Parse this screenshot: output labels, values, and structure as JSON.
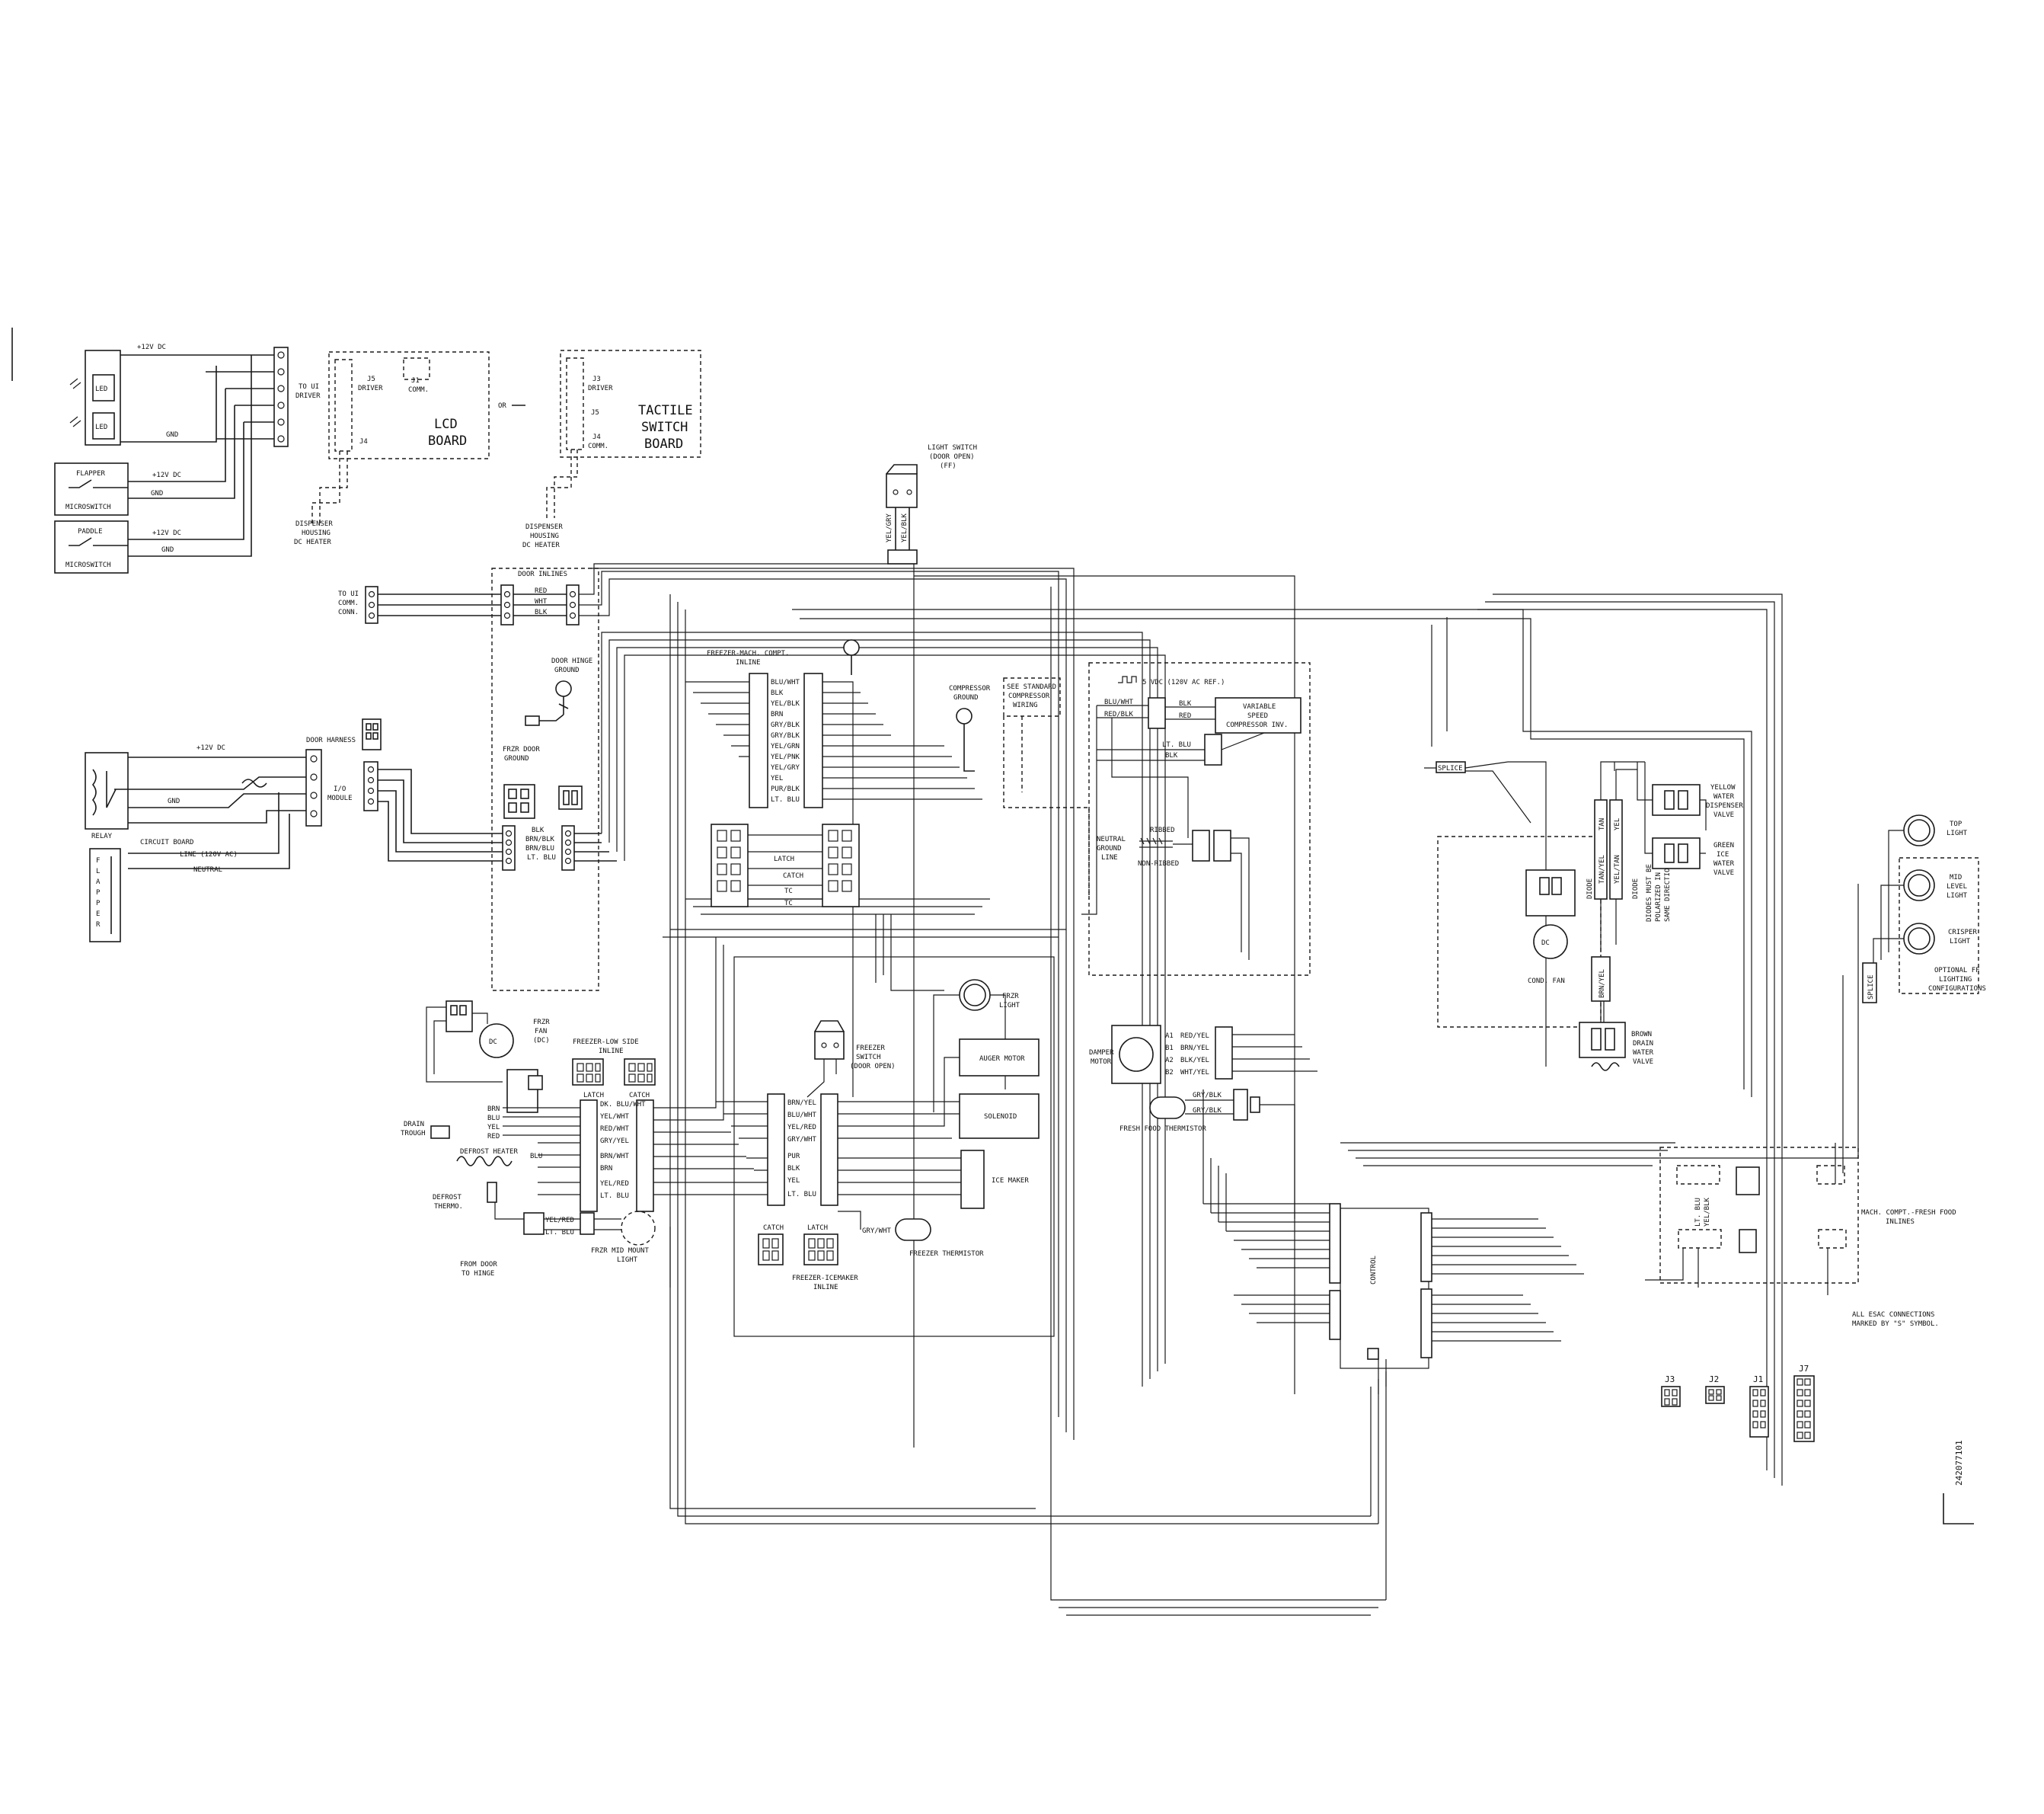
{
  "diagram": {
    "power": {
      "dc12_a": "+12V DC",
      "dc12_b": "+12V DC",
      "dc12_c": "+12V DC",
      "dc12_d": "+12V DC",
      "gnd_a": "GND",
      "gnd_b": "GND",
      "gnd_c": "GND",
      "gnd_d": "GND",
      "line": "LINE (120V AC)",
      "neutral": "NEUTRAL",
      "vdc5": "5 VDC (120V AC REF.)"
    },
    "components": {
      "led": "LED",
      "flapper": "FLAPPER",
      "paddle": "PADDLE",
      "microswitch": "MICROSWITCH",
      "to_ui_driver": "TO UI",
      "to_ui_driver2": "DRIVER",
      "lcd_board_1": "LCD",
      "lcd_board_2": "BOARD",
      "or": "OR",
      "tactile_1": "TACTILE",
      "tactile_2": "SWITCH",
      "tactile_3": "BOARD",
      "j5_driver": "J5",
      "j5_driver2": "DRIVER",
      "j1_comm": "J1",
      "j1_comm2": "COMM.",
      "j4": "J4",
      "j3_driver": "J3",
      "j3_driver2": "DRIVER",
      "j5": "J5",
      "j4_comm": "J4",
      "j4_comm2": "COMM.",
      "disp_heater_a1": "DISPENSER",
      "disp_heater_a2": "HOUSING",
      "disp_heater_a3": "DC HEATER",
      "disp_heater_b1": "DISPENSER",
      "disp_heater_b2": "HOUSING",
      "disp_heater_b3": "DC HEATER",
      "to_ui_comm_1": "TO UI",
      "to_ui_comm_2": "COMM.",
      "to_ui_comm_3": "CONN.",
      "door_inlines": "DOOR INLINES",
      "door_hinge_1": "DOOR HINGE",
      "door_hinge_2": "GROUND",
      "frzr_door_1": "FRZR DOOR",
      "frzr_door_2": "GROUND",
      "door_harness": "DOOR HARNESS",
      "relay": "RELAY",
      "circuit_board": "CIRCUIT BOARD",
      "flapper_heater": "FLAPPER",
      "io_module_1": "I/O",
      "io_module_2": "MODULE",
      "light_switch_1": "LIGHT SWITCH",
      "light_switch_2": "(DOOR OPEN)",
      "light_switch_3": "(FF)",
      "fmc_inline_1": "FREEZER-MACH. COMPT.",
      "fmc_inline_2": "INLINE",
      "compressor_ground_1": "COMPRESSOR",
      "compressor_ground_2": "GROUND",
      "std_comp_1": "SEE STANDARD",
      "std_comp_2": "COMPRESSOR",
      "std_comp_3": "WIRING",
      "vs_comp_1": "VARIABLE",
      "vs_comp_2": "SPEED",
      "vs_comp_3": "COMPRESSOR INV.",
      "splice": "SPLICE",
      "yellow_valve_1": "YELLOW",
      "yellow_valve_2": "WATER",
      "yellow_valve_3": "DISPENSER",
      "yellow_valve_4": "VALVE",
      "green_valve_1": "GREEN",
      "green_valve_2": "ICE",
      "green_valve_3": "WATER",
      "green_valve_4": "VALVE",
      "top_light_1": "TOP",
      "top_light_2": "LIGHT",
      "mid_light_1": "MID",
      "mid_light_2": "LEVEL",
      "mid_light_3": "LIGHT",
      "crisper_light_1": "CRISPER",
      "crisper_light_2": "LIGHT",
      "optional_ff_1": "OPTIONAL FF",
      "optional_ff_2": "LIGHTING",
      "optional_ff_3": "CONFIGURATIONS",
      "neutral_ground_1": "NEUTRAL",
      "neutral_ground_2": "GROUND",
      "neutral_ground_3": "LINE",
      "ribbed": "RIBBED",
      "non_ribbed": "NON-RIBBED",
      "cond_fan": "COND. FAN",
      "diode": "DIODE",
      "diode_note_1": "DIODES MUST BE",
      "diode_note_2": "POLARIZED IN",
      "diode_note_3": "SAME DIRECTION",
      "brown_valve_1": "BROWN",
      "brown_valve_2": "DRAIN",
      "brown_valve_3": "WATER",
      "brown_valve_4": "VALVE",
      "frzr_fan_1": "FRZR",
      "frzr_fan_2": "FAN",
      "frzr_fan_3": "(DC)",
      "fls_inline_1": "FREEZER-LOW SIDE",
      "fls_inline_2": "INLINE",
      "latch_a": "LATCH",
      "catch_a": "CATCH",
      "drain_trough_1": "DRAIN",
      "drain_trough_2": "TROUGH",
      "defrost_heater": "DEFROST HEATER",
      "defrost_thermo_1": "DEFROST",
      "defrost_thermo_2": "THERMO.",
      "from_door_1": "FROM DOOR",
      "from_door_2": "TO HINGE",
      "frzr_mid_1": "FRZR MID MOUNT",
      "frzr_mid_2": "LIGHT",
      "frzr_light_1": "FRZR",
      "frzr_light_2": "LIGHT",
      "frzr_switch_1": "FREEZER",
      "frzr_switch_2": "SWITCH",
      "frzr_switch_3": "(DOOR OPEN)",
      "auger_motor": "AUGER MOTOR",
      "solenoid": "SOLENOID",
      "ice_maker": "ICE MAKER",
      "catch_b": "CATCH",
      "latch_b": "LATCH",
      "fim_inline_1": "FREEZER-ICEMAKER",
      "fim_inline_2": "INLINE",
      "frzr_thermistor": "FREEZER THERMISTOR",
      "damper_1": "DAMPER",
      "damper_2": "MOTOR",
      "ff_thermistor": "FRESH FOOD THERMISTOR",
      "control": "CONTROL",
      "mcff_inline_1": "MACH. COMPT.-FRESH FOOD",
      "mcff_inline_2": "INLINES",
      "note_1": "ALL ESAC CONNECTIONS",
      "note_2": "MARKED BY \"S\" SYMBOL.",
      "j3": "J3",
      "j2": "J2",
      "j1": "J1",
      "j7": "J7",
      "part_number": "242077101"
    },
    "wires": {
      "fmc_left": [
        "BLU/WHT",
        "BLK",
        "YEL/BLK",
        "BRN",
        "GRY/BLK",
        "GRY/BLK",
        "YEL/GRN",
        "YEL/PNK",
        "YEL/GRY",
        "YEL",
        "PUR/BLK",
        "LT. BLU"
      ],
      "door_inline_a": [
        "RED",
        "WHT",
        "BLK"
      ],
      "door_inline_b": [
        "BLK",
        "BRN/BLK",
        "BRN/BLU",
        "LT. BLU"
      ],
      "comp_wires": [
        "BLU/WHT",
        "RED/BLK",
        "BLK",
        "RED",
        "LT. BLU",
        "BLK"
      ],
      "fls_left": [
        "BRN",
        "BLU",
        "YEL",
        "RED"
      ],
      "fls_right": [
        "DK. BLU/WHT",
        "YEL/WHT",
        "RED/WHT",
        "GRY/YEL",
        "BRN/WHT",
        "BRN",
        "YEL/RED",
        "LT. BLU"
      ],
      "fim_left": [
        "BRN/YEL",
        "BLU/WHT",
        "YEL/RED",
        "GRY/WHT",
        "PUR",
        "BLK",
        "YEL",
        "LT. BLU"
      ],
      "damper_wires": [
        "RED/YEL",
        "BRN/YEL",
        "BLK/YEL",
        "WHT/YEL"
      ],
      "damper_pins": [
        "A1",
        "B1",
        "A2",
        "B2"
      ],
      "ff_therm_wires": [
        "GRY/BLK",
        "GRY/BLK"
      ],
      "frzr_therm_wire": "GRY/WHT",
      "light_switch_wires": [
        "YEL/GRY",
        "YEL/BLK"
      ],
      "mid_light_wires": [
        "YEL/RED",
        "LT. BLU"
      ],
      "defrost_blu": "BLU",
      "latch_catch_labels": [
        "LATCH",
        "CATCH",
        "TC",
        "TC"
      ],
      "mcff_wires": [
        "LT. BLU",
        "YEL/BLK"
      ],
      "tan": "TAN",
      "yel": "YEL",
      "tan_yel": "TAN/YEL",
      "yel_tan": "YEL/TAN",
      "brn_yel": "BRN/YEL"
    }
  }
}
